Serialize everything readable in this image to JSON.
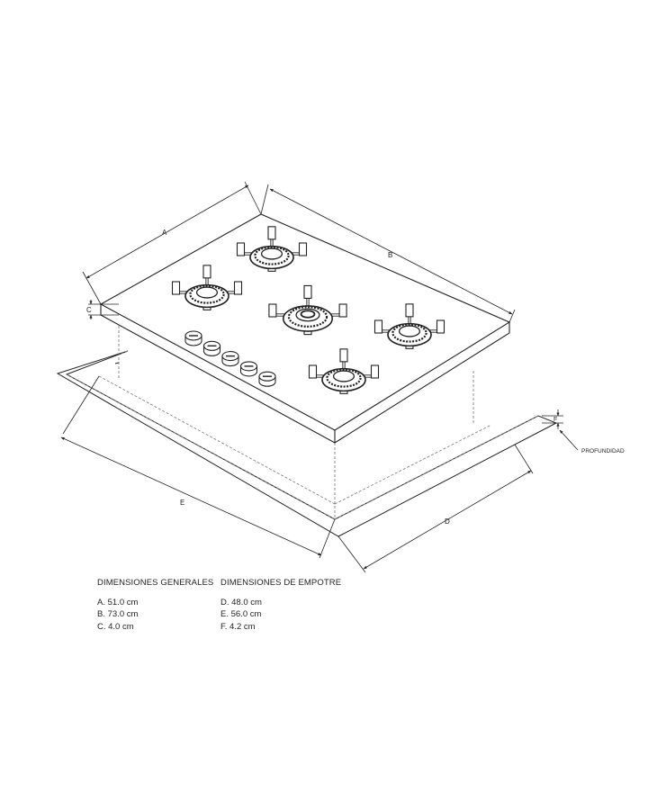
{
  "diagram": {
    "dimension_letters": {
      "a": "A",
      "b": "B",
      "c": "C",
      "d": "D",
      "e": "E",
      "f": "F"
    },
    "depth_label": "PROFUNDIDAD",
    "burners": 5,
    "knobs": 5,
    "colors": {
      "line": "#222222",
      "dashed": "#777777",
      "background": "#ffffff"
    }
  },
  "tables": {
    "general": {
      "title": "DIMENSIONES GENERALES",
      "items": [
        "A. 51.0 cm",
        "B. 73.0 cm",
        "C. 4.0 cm"
      ]
    },
    "empotre": {
      "title": "DIMENSIONES DE EMPOTRE",
      "items": [
        "D. 48.0 cm",
        "E. 56.0 cm",
        "F. 4.2 cm"
      ]
    }
  }
}
